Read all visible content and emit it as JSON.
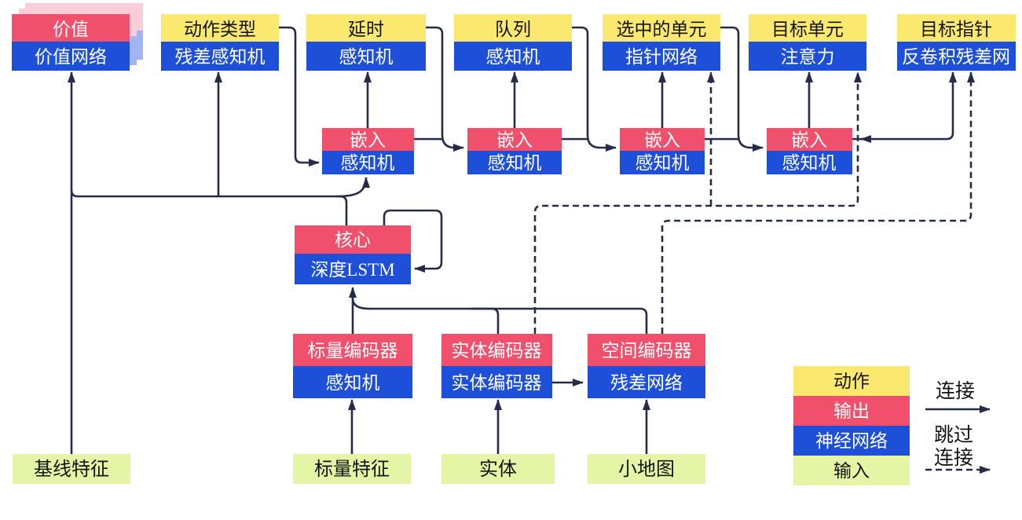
{
  "nodes": {
    "value": {
      "top": "价值",
      "bottom": "价值网络"
    },
    "action_type": {
      "top": "动作类型",
      "bottom": "残差感知机"
    },
    "delay": {
      "top": "延时",
      "bottom": "感知机"
    },
    "queue": {
      "top": "队列",
      "bottom": "感知机"
    },
    "selected_units": {
      "top": "选中的单元",
      "bottom": "指针网络"
    },
    "target_unit": {
      "top": "目标单元",
      "bottom": "注意力"
    },
    "target_point": {
      "top": "目标指针",
      "bottom": "反卷积残差网"
    },
    "embed1": {
      "top": "嵌入",
      "bottom": "感知机"
    },
    "embed2": {
      "top": "嵌入",
      "bottom": "感知机"
    },
    "embed3": {
      "top": "嵌入",
      "bottom": "感知机"
    },
    "embed4": {
      "top": "嵌入",
      "bottom": "感知机"
    },
    "core": {
      "top": "核心",
      "bottom": "深度LSTM"
    },
    "scalar_encoder": {
      "top": "标量编码器",
      "bottom": "感知机"
    },
    "entity_encoder": {
      "top": "实体编码器",
      "bottom": "实体编码器"
    },
    "spatial_encoder": {
      "top": "空间编码器",
      "bottom": "残差网络"
    },
    "baseline_features": {
      "label": "基线特征"
    },
    "scalar_features": {
      "label": "标量特征"
    },
    "entities": {
      "label": "实体"
    },
    "minimap": {
      "label": "小地图"
    }
  },
  "legend": {
    "action": "动作",
    "output": "输出",
    "neural_network": "神经网络",
    "input": "输入",
    "connection": "连接",
    "skip_line1": "跳过",
    "skip_line2": "连接"
  },
  "colors": {
    "action_yellow": "#FAE96E",
    "output_red": "#F0506B",
    "network_blue": "#1D4FD9",
    "input_green": "#E4F6A5",
    "shadow_pink": "#FACDD9",
    "shadow_blue": "#A3B5F0",
    "line_navy": "#252C49"
  }
}
